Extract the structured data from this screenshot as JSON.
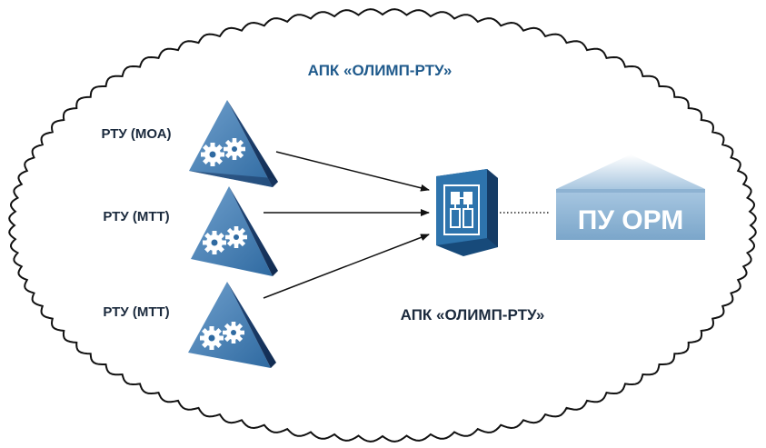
{
  "diagram": {
    "cloud_title": "АПК «ОЛИМП-РТУ»",
    "device_caption": "АПК «ОЛИМП-РТУ»",
    "nodes": [
      {
        "label": "РТУ (МОА)"
      },
      {
        "label": "РТУ (МТТ)"
      },
      {
        "label": "РТУ (МТТ)"
      }
    ],
    "orm_label": "ПУ ОРМ"
  },
  "colors": {
    "pyramid_light": "#4d86b8",
    "pyramid_dark": "#1b3a66",
    "device_body": "#2b6ea5",
    "orm_panel": "#8fb6d6",
    "title_blue": "#1f5a8c",
    "caption_dark": "#1b2a3d"
  }
}
